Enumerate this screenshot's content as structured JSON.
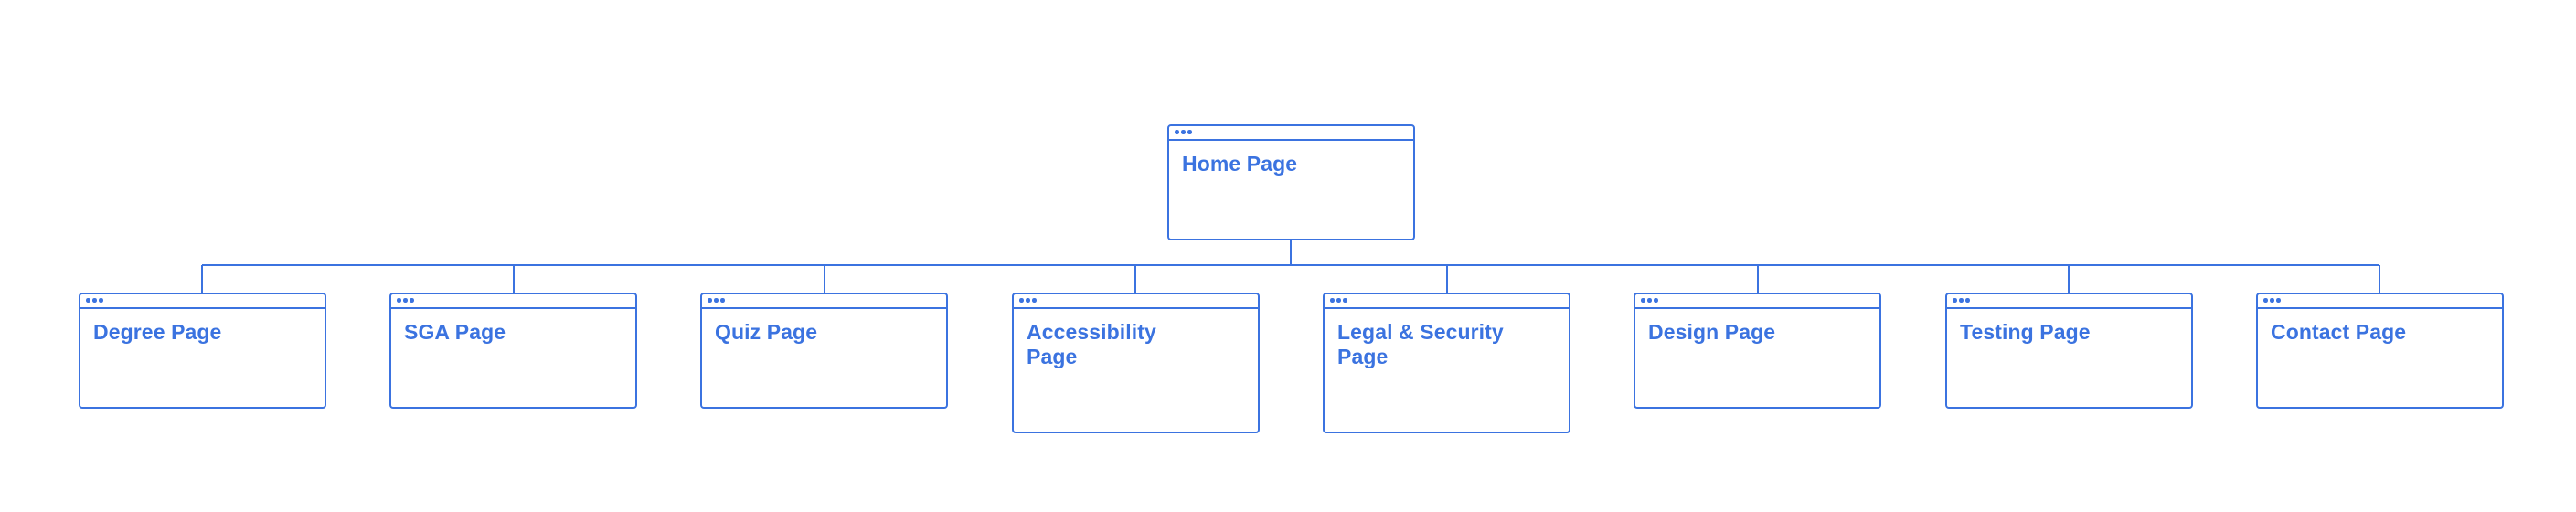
{
  "diagram": {
    "accent_color": "#3b73e0",
    "root": {
      "label": "Home Page"
    },
    "children": [
      {
        "label": "Degree Page"
      },
      {
        "label": "SGA Page"
      },
      {
        "label": "Quiz Page"
      },
      {
        "label": "Accessibility Page"
      },
      {
        "label": "Legal & Security Page"
      },
      {
        "label": "Design Page"
      },
      {
        "label": "Testing Page"
      },
      {
        "label": "Contact Page"
      }
    ]
  }
}
